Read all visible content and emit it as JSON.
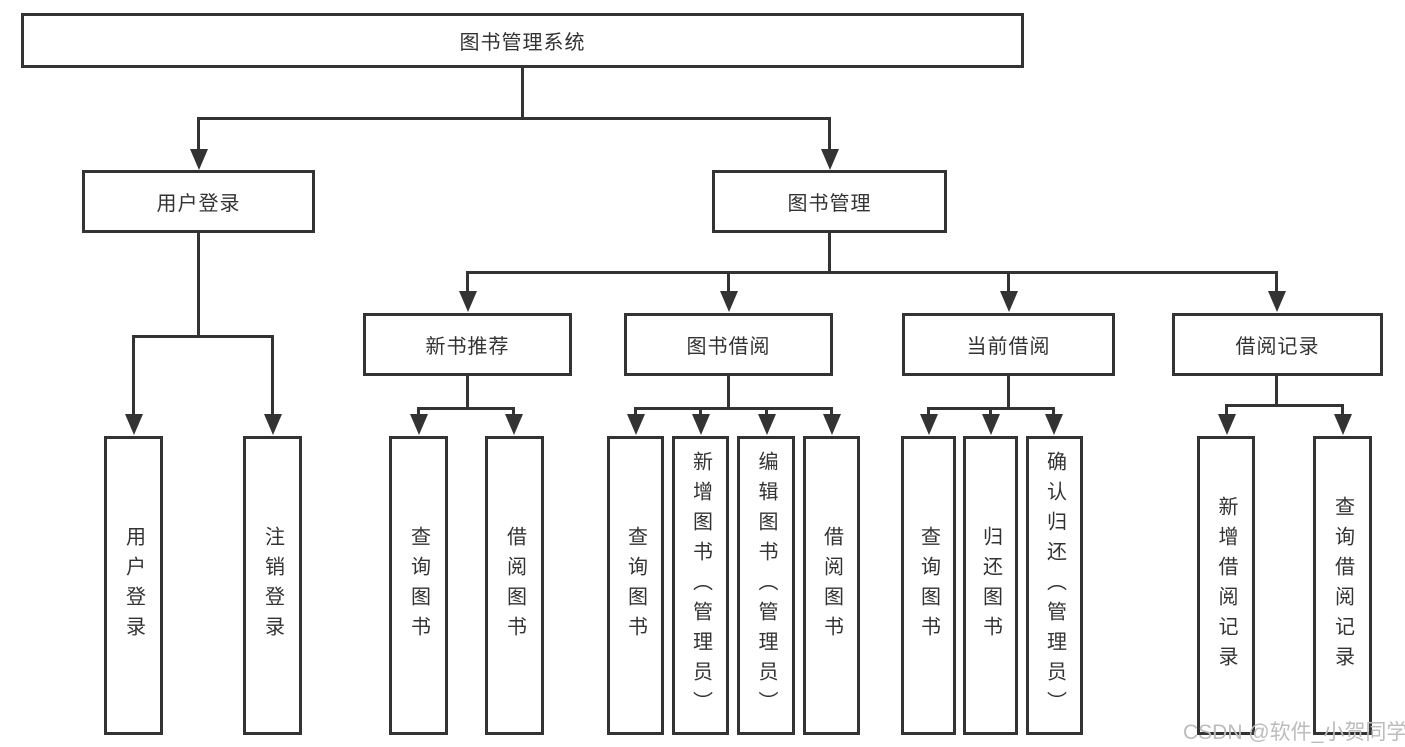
{
  "diagram": {
    "type": "tree",
    "title": "图书管理系统",
    "nodes": {
      "root": {
        "label": "图书管理系统"
      },
      "user_login": {
        "label": "用户登录"
      },
      "book_mgmt": {
        "label": "图书管理"
      },
      "new_book_rec": {
        "label": "新书推荐"
      },
      "book_borrow": {
        "label": "图书借阅"
      },
      "current_borrow": {
        "label": "当前借阅"
      },
      "borrow_records": {
        "label": "借阅记录"
      },
      "leaf_user_login": {
        "label": "用户登录",
        "parent": "用户登录"
      },
      "leaf_logout": {
        "label": "注销登录",
        "parent": "用户登录"
      },
      "leaf_rec_query": {
        "label": "查询图书",
        "parent": "新书推荐"
      },
      "leaf_rec_borrow": {
        "label": "借阅图书",
        "parent": "新书推荐"
      },
      "leaf_bb_query": {
        "label": "查询图书",
        "parent": "图书借阅"
      },
      "leaf_bb_add": {
        "label": "新增图书（管理员）",
        "parent": "图书借阅"
      },
      "leaf_bb_edit": {
        "label": "编辑图书（管理员）",
        "parent": "图书借阅"
      },
      "leaf_bb_borrow": {
        "label": "借阅图书",
        "parent": "图书借阅"
      },
      "leaf_cb_query": {
        "label": "查询图书",
        "parent": "当前借阅"
      },
      "leaf_cb_return": {
        "label": "归还图书",
        "parent": "当前借阅"
      },
      "leaf_cb_confirm": {
        "label": "确认归还（管理员）",
        "parent": "当前借阅"
      },
      "leaf_br_add": {
        "label": "新增借阅记录",
        "parent": "借阅记录"
      },
      "leaf_br_query": {
        "label": "查询借阅记录",
        "parent": "借阅记录"
      }
    },
    "colors": {
      "line": "#333333",
      "box_border": "#333333",
      "background": "#ffffff",
      "watermark": "#bcbcbc"
    }
  },
  "watermark": {
    "text": "CSDN @软件_小贺同学"
  }
}
